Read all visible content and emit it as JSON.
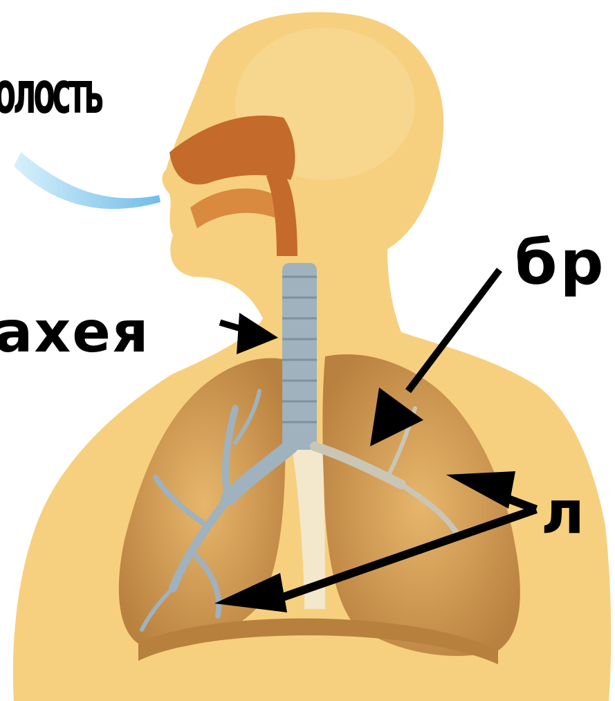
{
  "labels": {
    "cavity": "полость",
    "trachea": "ахея",
    "bronchi": "бр",
    "lungs": "л"
  },
  "colors": {
    "skin": "#f6d07e",
    "skin_shadow": "#e8b45a",
    "nasal": "#c46a2a",
    "lung": "#d9a25a",
    "lung_dark": "#b77f3e",
    "airway": "#9fb2bd",
    "arrow": "#000000",
    "air_flow": "#7ec3ea"
  }
}
